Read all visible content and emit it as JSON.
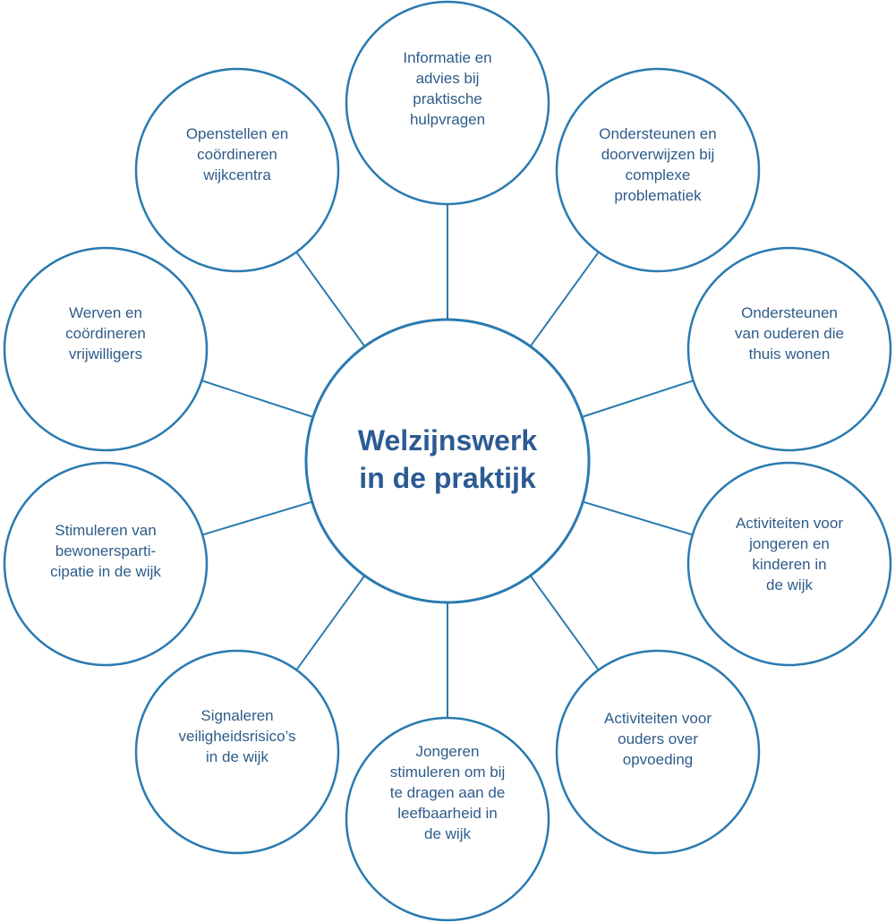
{
  "diagram": {
    "center": {
      "lines": [
        "Welzijnswerk",
        "in de praktijk"
      ]
    },
    "nodes": [
      {
        "id": "informatie-advies",
        "lines": [
          "Informatie en",
          "advies bij",
          "praktische",
          "hulpvragen"
        ]
      },
      {
        "id": "ondersteunen-doorverwijzen",
        "lines": [
          "Ondersteunen en",
          "doorverwijzen bij",
          "complexe",
          "problematiek"
        ]
      },
      {
        "id": "ondersteunen-ouderen",
        "lines": [
          "Ondersteunen",
          "van ouderen die",
          "thuis wonen"
        ]
      },
      {
        "id": "activiteiten-jongeren",
        "lines": [
          "Activiteiten voor",
          "jongeren en",
          "kinderen in",
          "de wijk"
        ]
      },
      {
        "id": "activiteiten-ouders",
        "lines": [
          "Activiteiten voor",
          "ouders over",
          "opvoeding"
        ]
      },
      {
        "id": "jongeren-stimuleren",
        "lines": [
          "Jongeren",
          "stimuleren om bij",
          "te dragen aan de",
          "leefbaarheid in",
          "de wijk"
        ]
      },
      {
        "id": "signaleren",
        "lines": [
          "Signaleren",
          "veiligheidsrisico’s",
          "in de wijk"
        ]
      },
      {
        "id": "bewonersparticipatie",
        "lines": [
          "Stimuleren van",
          "bewonersparti-",
          "cipatie in de wijk"
        ]
      },
      {
        "id": "vrijwilligers",
        "lines": [
          "Werven en",
          "coördineren",
          "vrijwilligers"
        ]
      },
      {
        "id": "wijkcentra",
        "lines": [
          "Openstellen en",
          "coördineren",
          "wijkcentra"
        ]
      }
    ]
  },
  "colors": {
    "stroke": "#2a7ab0",
    "text": "#2e5c8a",
    "center_text": "#2c5a93"
  }
}
